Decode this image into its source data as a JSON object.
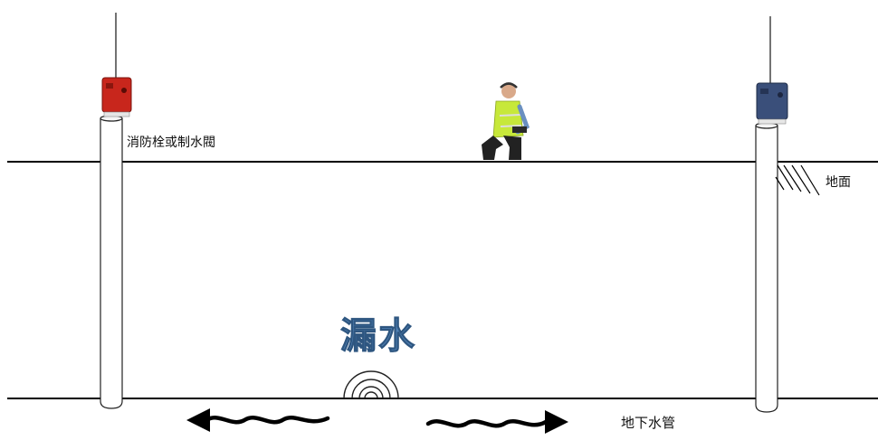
{
  "labels": {
    "hydrant": "消防栓或制水閥",
    "ground": "地面",
    "leak": "漏水",
    "pipe": "地下水管"
  },
  "icons": {
    "left_sensor": "red-leak-sensor-icon",
    "right_sensor": "blue-leak-sensor-icon",
    "worker": "worker-with-detector-icon",
    "leak_source": "leak-sound-wave-icon",
    "left_arrow": "wavy-arrow-left-icon",
    "right_arrow": "wavy-arrow-right-icon"
  },
  "colors": {
    "line": "#000000",
    "left_sensor": "#c8261c",
    "right_sensor": "#3a4f7a",
    "leak_text": "#4f7fb2",
    "vest": "#c7e83a",
    "pants": "#222222"
  }
}
